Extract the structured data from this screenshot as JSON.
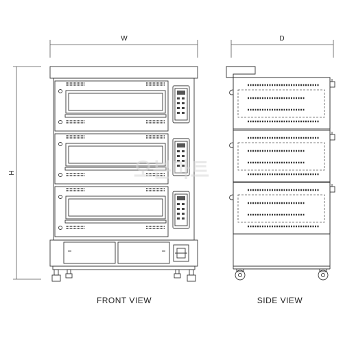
{
  "dimensions": {
    "width_label": "W",
    "depth_label": "D",
    "height_label": "H"
  },
  "views": {
    "front_label": "FRONT VIEW",
    "side_label": "SIDE VIEW"
  },
  "watermark": {
    "text": "오븐마트"
  },
  "front_view": {
    "deck_count": 3,
    "drawer_count": 2
  },
  "side_view": {
    "deck_count": 3,
    "vent_rows_per_deck": 4
  }
}
